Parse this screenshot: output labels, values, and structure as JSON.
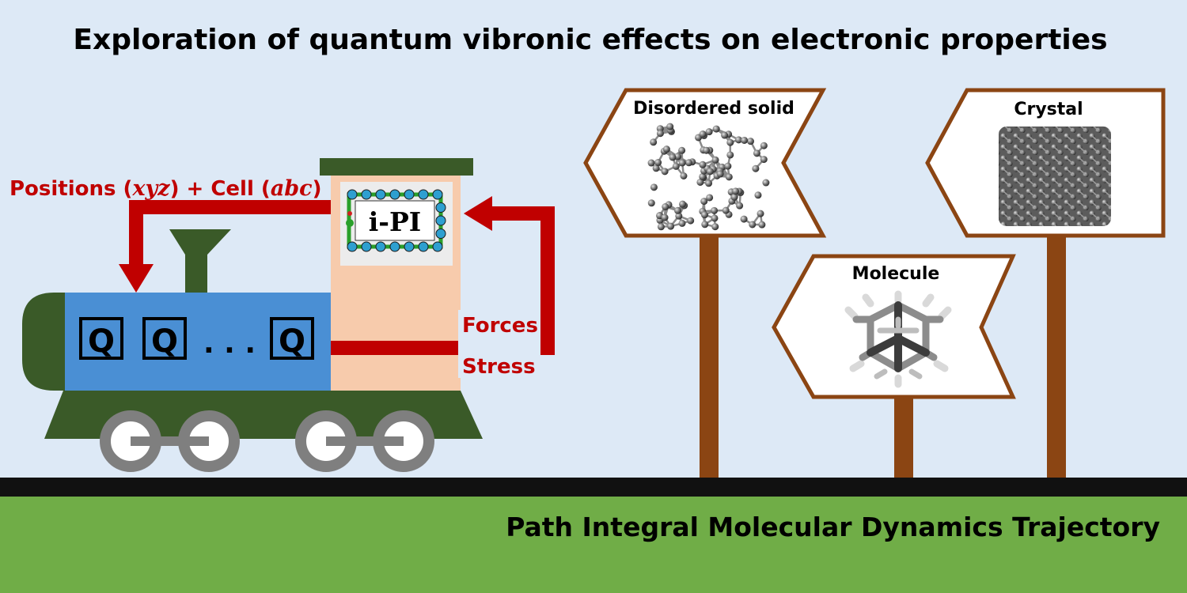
{
  "title": "Exploration of quantum vibronic effects on electronic properties",
  "footer": "Path Integral Molecular Dynamics Trajectory",
  "positions_label": {
    "prefix": "Positions (",
    "xyz": "xyz",
    "middle": ") + Cell (",
    "abc": "abc",
    "suffix": ")"
  },
  "forces_label": "Forces",
  "stress_label": "Stress",
  "ipi_logo_text": "i-PI",
  "q_label": "Q",
  "dots": ". . .",
  "signs": {
    "disordered": "Disordered solid",
    "crystal": "Crystal",
    "molecule": "Molecule"
  },
  "colors": {
    "sky": "#dde9f6",
    "ground": "#70ad47",
    "rail": "#111111",
    "train_body": "#4a8fd4",
    "train_dark": "#3a5a28",
    "cabin": "#f7cbac",
    "arrow_red": "#c00000",
    "sign_border": "#8b4513",
    "post": "#8b4513"
  }
}
